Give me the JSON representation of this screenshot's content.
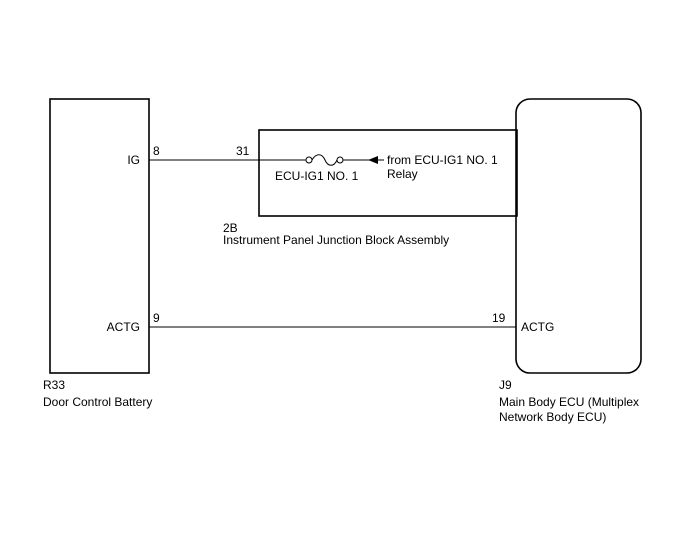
{
  "left_component": {
    "code": "R33",
    "name": "Door Control Battery",
    "pin_ig_label": "IG",
    "pin_ig_number": "8",
    "pin_actg_label": "ACTG",
    "pin_actg_number": "9"
  },
  "junction_block": {
    "code": "2B",
    "name": "Instrument Panel Junction Block Assembly",
    "pin_number": "31",
    "fuse_label": "ECU-IG1 NO. 1",
    "source_line1": "from ECU-IG1 NO. 1",
    "source_line2": "Relay"
  },
  "right_component": {
    "code": "J9",
    "name_line1": "Main Body ECU (Multiplex",
    "name_line2": "Network Body ECU)",
    "pin_actg_label": "ACTG",
    "pin_actg_number": "19"
  },
  "colors": {
    "line": "#000000",
    "background": "#ffffff"
  }
}
